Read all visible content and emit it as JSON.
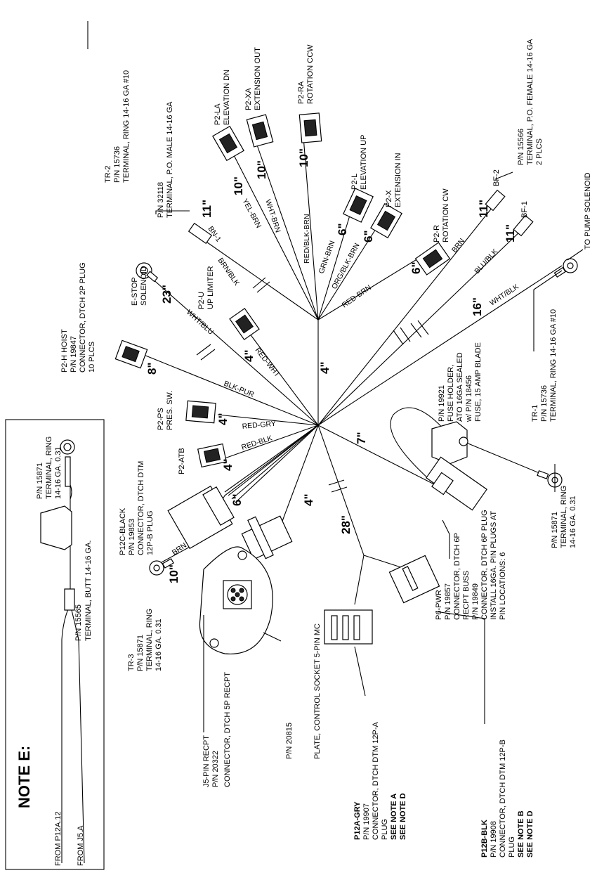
{
  "note_e": {
    "title": "NOTE E:",
    "from_p12a": "FROM P12A.12",
    "from_j5a": "FROM J5.A",
    "butt_pn": "P/N 15565",
    "butt_desc": "TERMINAL, BUTT 14-16 GA.",
    "ring_pn": "P/N 15871",
    "ring_desc1": "TERMINAL, RING",
    "ring_desc2": "14-16 GA. 0.31"
  },
  "labels": {
    "j5": [
      "J5-PIN RECPT",
      "P/N 20322",
      "CONNECTOR, DTCH 5P RECPT"
    ],
    "plate": [
      "P/N 20815",
      "PLATE, CONTROL SOCKET 5-PIN MC"
    ],
    "p12a": [
      "P12A-GRY",
      "P/N 19907",
      "CONNECTOR, DTCH DTM 12P-A",
      "PLUG",
      "SEE NOTE A",
      "SEE NOTE D"
    ],
    "p12b": [
      "P12B-BLK",
      "P/N 19908",
      "CONNECTOR, DTCH DTM 12P-B",
      "PLUG",
      "SEE NOTE B",
      "SEE NOTE D"
    ],
    "tr3": [
      "TR-3",
      "P/N 15871",
      "TERMINAL, RING",
      "14-16 GA. 0.31"
    ],
    "p12c": [
      "P12C-BLACK",
      "P/N 19853",
      "CONNECTOR, DTCH DTM",
      "12P-B PLUG"
    ],
    "p2atb": "P2-ATB",
    "p2ps": [
      "P2-PS",
      "PRES. SW."
    ],
    "p2h": [
      "P2-H  HOIST",
      "P/N 19847",
      "CONNECTOR, DTCH 2P PLUG",
      "10 PLCS"
    ],
    "estop": [
      "E-STOP",
      "SOLENOID"
    ],
    "p2u": [
      "P2-U",
      "UP LIMITER"
    ],
    "tr2": [
      "TR-2",
      "P/N 15736",
      "TERMINAL, RING 14-16 GA #10"
    ],
    "bn1": [
      "P/N 32118",
      "TERMINAL, P.O. MALE 14-16 GA"
    ],
    "p2la": [
      "P2-LA",
      "ELEVATION DN"
    ],
    "p2xa": [
      "P2-XA",
      "EXTENSION OUT"
    ],
    "p2ra": [
      "P2-RA",
      "ROTATION CCW"
    ],
    "p2l": [
      "P2-L",
      "ELEVATION UP"
    ],
    "p2x": [
      "P2-X",
      "EXTENSION IN"
    ],
    "p2r": [
      "P2-R",
      "ROTATION CW"
    ],
    "bf": [
      "P/N 15566",
      "TERMINAL, P.O. FEMALE 14-16 GA",
      "2 PLCS"
    ],
    "bf2": "BF-2",
    "bf1": "BF-1",
    "pump": "TO PUMP SOLENOID",
    "tr1": [
      "TR-1",
      "P/N 15736",
      "TERMINAL, RING 14-16 GA #10"
    ],
    "fuse": [
      "P/N 19921",
      "FUSE HOLDER,",
      "ATO 16GA SEALED",
      "w/ P/N 18456",
      "FUSE, 15 AMP BLADE"
    ],
    "ring2": [
      "P/N 15871",
      "TERMINAL, RING",
      "14-16 GA. 0.31"
    ],
    "p6": [
      "P6-PWR",
      "P/N 19857",
      "CONNECTOR, DTCH 6P",
      "RECPT BUSS",
      "P/N 19849",
      "CONNECTOR, DTCH 6P PLUG",
      "INSTALL 16GA. PIN PLUGS AT",
      "PIN LOCATIONS: 6"
    ]
  },
  "wire_colors": {
    "brn_tr3": "BRN",
    "red_blk": "RED-BLK",
    "red_gry": "RED-GRY",
    "blk_pur": "BLK-PUR",
    "red_wht": "RED-WHT",
    "wht_blu": "WHT/BLU",
    "brn_blk": "BRN/BLK",
    "bn1": "BN-1",
    "yel_brn": "YEL-BRN",
    "wht_brn": "WHT-BRN",
    "red_blk_brn": "RED/BLK-BRN",
    "grn_brn": "GRN-BRN",
    "org_blk_brn": "ORG/BLK-BRN",
    "red_brn": "RED-BRN",
    "brn": "BRN",
    "blu_blk": "BLU/BLK",
    "wht_blk": "WHT/BLK"
  },
  "lengths": {
    "tr3": "10\"",
    "p12c": "6\"",
    "j5": "4\"",
    "atb": "4\"",
    "ps": "4\"",
    "hoist": "8\"",
    "trunk": "4\"",
    "up_lim": "4\"",
    "estop": "23\"",
    "bn1": "11\"",
    "la": "10\"",
    "xa": "10\"",
    "ra": "10\"",
    "l": "6\"",
    "x": "6\"",
    "r": "6\"",
    "bf2": "11\"",
    "bf1": "11\"",
    "tr1": "16\"",
    "p6": "7\"",
    "p12": "28\""
  }
}
